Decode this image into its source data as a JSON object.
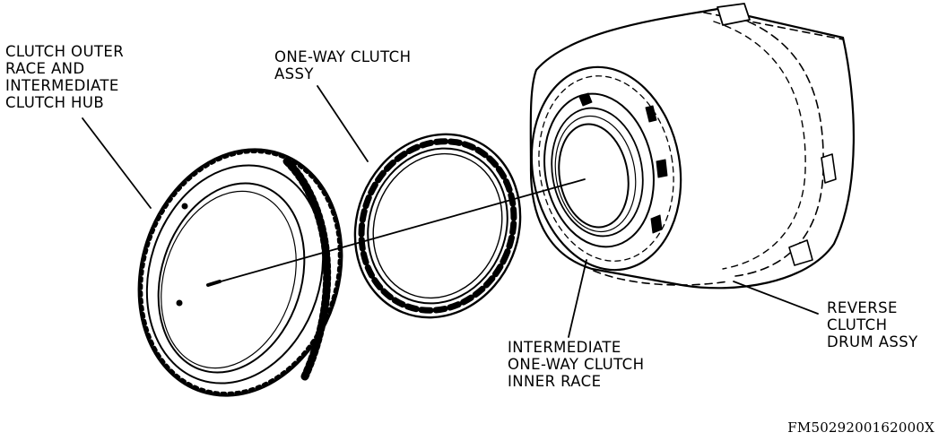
{
  "callouts": {
    "outer_race": [
      "CLUTCH OUTER",
      "RACE AND",
      "INTERMEDIATE",
      "CLUTCH HUB"
    ],
    "one_way_clutch": [
      "ONE-WAY CLUTCH",
      "ASSY"
    ],
    "inner_race": [
      "INTERMEDIATE",
      "ONE-WAY CLUTCH",
      "INNER RACE"
    ],
    "drum": [
      "REVERSE",
      "CLUTCH",
      "DRUM ASSY"
    ]
  },
  "figure_id": "FM5029200162000X",
  "colors": {
    "ink": "#000000",
    "paper": "#ffffff"
  }
}
